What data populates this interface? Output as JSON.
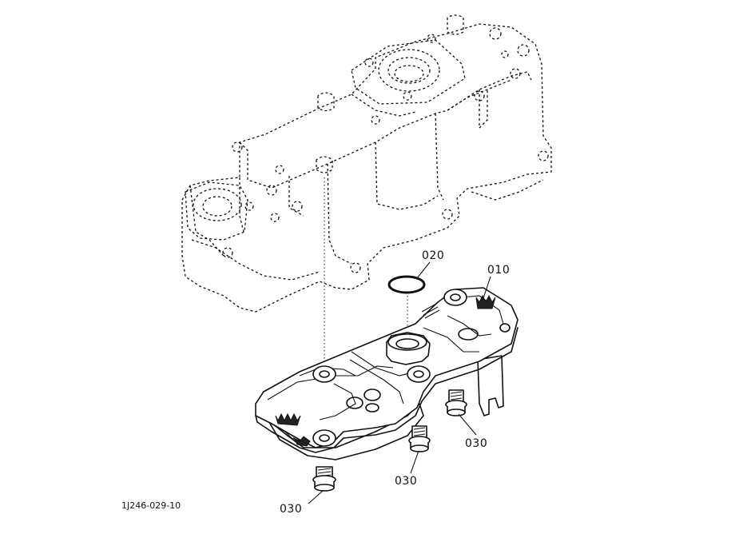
{
  "labels": {
    "part_010": "010",
    "part_020": "020",
    "part_030_a": "030",
    "part_030_b": "030",
    "part_030_c": "030"
  },
  "diagram_code": "1J246-029-10"
}
